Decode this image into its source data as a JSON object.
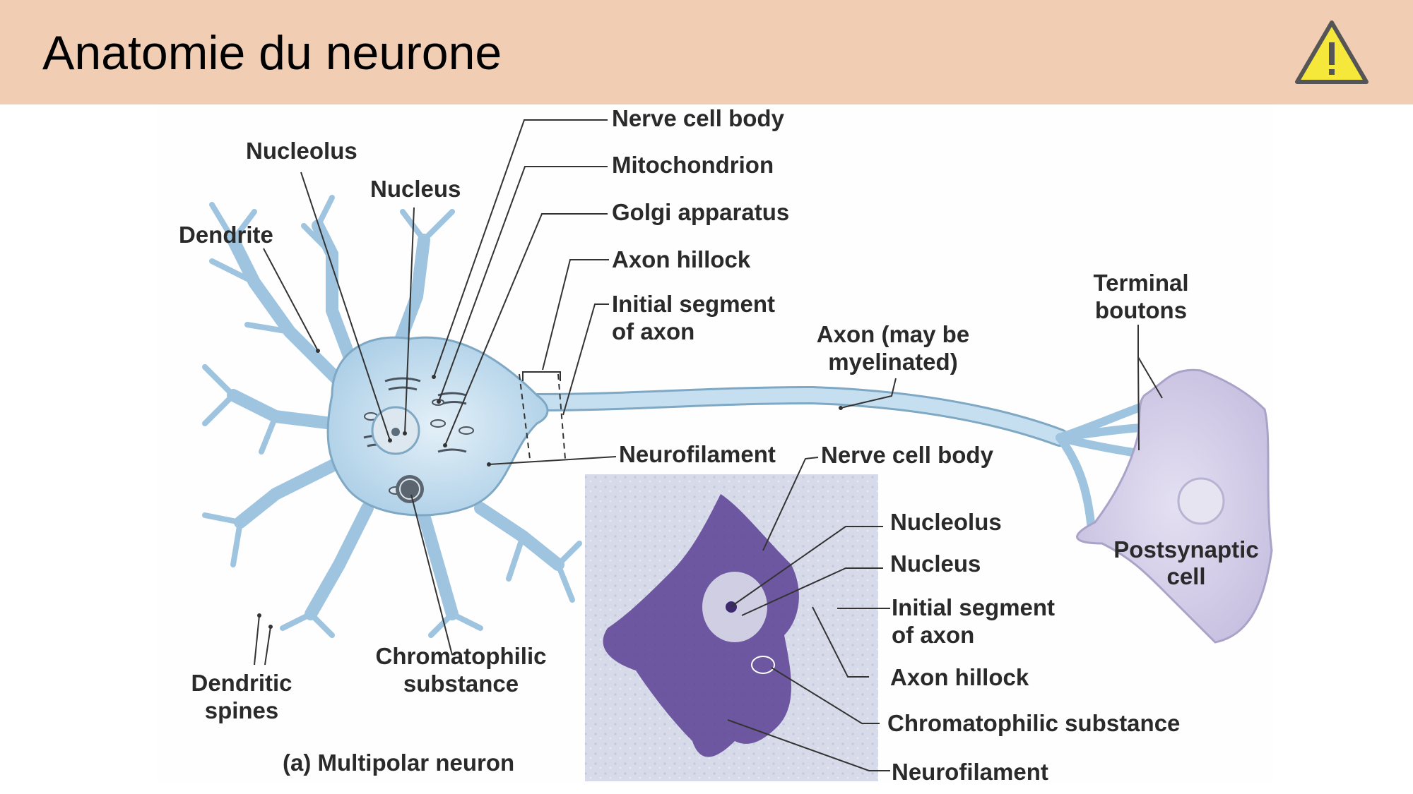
{
  "slide": {
    "title": "Anatomie du neurone",
    "icon": "warning-icon",
    "header_color": "#f0cdb3",
    "icon_color": "#f5e83a"
  },
  "diagram": {
    "labels": {
      "nerve_cell_body": "Nerve cell body",
      "mitochondrion": "Mitochondrion",
      "golgi_apparatus": "Golgi apparatus",
      "axon_hillock": "Axon hillock",
      "initial_segment_l1": "Initial segment",
      "initial_segment_l2": "of axon",
      "nucleolus": "Nucleolus",
      "nucleus": "Nucleus",
      "dendrite": "Dendrite",
      "axon_l1": "Axon (may be",
      "axon_l2": "myelinated)",
      "terminal_l1": "Terminal",
      "terminal_l2": "boutons",
      "neurofilament": "Neurofilament",
      "postsynaptic_l1": "Postsynaptic",
      "postsynaptic_l2": "cell",
      "dendritic_l1": "Dendritic",
      "dendritic_l2": "spines",
      "chromatophilic_l1": "Chromatophilic",
      "chromatophilic_l2": "substance",
      "caption": "(a) Multipolar neuron"
    },
    "micrograph_labels": {
      "nerve_cell_body": "Nerve cell body",
      "nucleolus": "Nucleolus",
      "nucleus": "Nucleus",
      "initial_segment_l1": "Initial segment",
      "initial_segment_l2": "of axon",
      "axon_hillock": "Axon hillock",
      "chromatophilic_substance": "Chromatophilic substance",
      "neurofilament": "Neurofilament"
    },
    "colors": {
      "neuron_fill": "#c6dff0",
      "neuron_stroke": "#7fa8c4",
      "postsynaptic_fill": "#d8d2ea",
      "micrograph_bg": "#d9dcea",
      "stain": "#5a3f93"
    }
  }
}
